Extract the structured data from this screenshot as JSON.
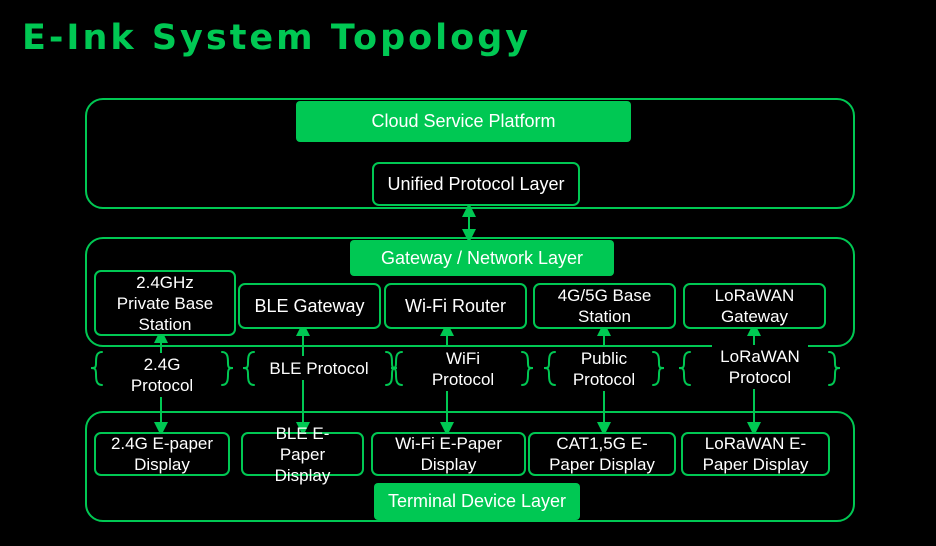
{
  "title": "E-Ink System Topology",
  "cloud": {
    "label": "Cloud Service Platform",
    "protocol_layer": "Unified Protocol Layer"
  },
  "gateway": {
    "label": "Gateway / Network Layer",
    "items": [
      "2.4GHz\nPrivate Base\nStation",
      "BLE Gateway",
      "Wi-Fi Router",
      "4G/5G Base\nStation",
      "LoRaWAN\nGateway"
    ]
  },
  "protocols": [
    "2.4G\nProtocol",
    "BLE Protocol",
    "WiFi\nProtocol",
    "Public\nProtocol",
    "LoRaWAN\nProtocol"
  ],
  "terminal": {
    "label": "Terminal Device Layer",
    "items": [
      "2.4G E-paper\nDisplay",
      "BLE E-\nPaper\nDisplay",
      "Wi-Fi E-Paper\nDisplay",
      "CAT1,5G E-\nPaper Display",
      "LoRaWAN E-\nPaper Display"
    ]
  },
  "colors": {
    "accent": "#00c853",
    "background": "#000000",
    "text": "#ffffff"
  }
}
